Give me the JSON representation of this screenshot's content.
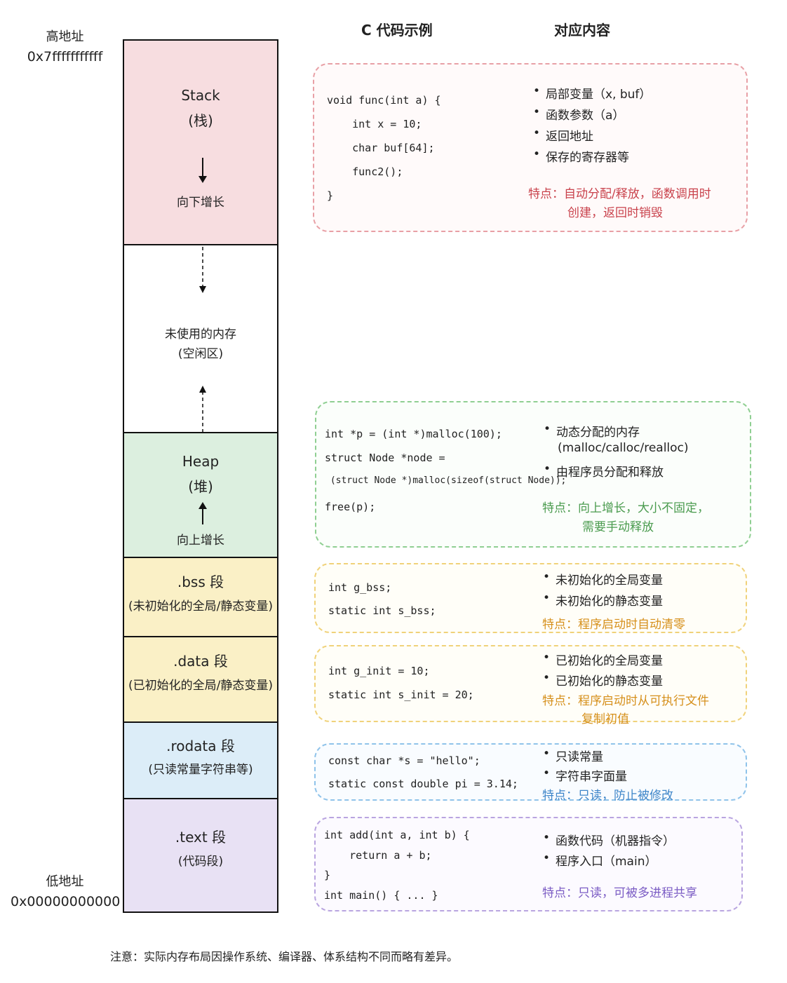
{
  "address": {
    "high_label": "高地址",
    "high_value": "0x7fffffffffff",
    "low_label": "低地址",
    "low_value": "0x00000000000"
  },
  "headers": {
    "code": "C 代码示例",
    "content": "对应内容"
  },
  "segments": {
    "stack": {
      "name": "Stack",
      "sub": "(栈)",
      "growth": "向下增长",
      "color": "#f7dde0"
    },
    "free": {
      "name": "未使用的内存",
      "sub": "(空闲区)",
      "color": "#ffffff"
    },
    "heap": {
      "name": "Heap",
      "sub": "(堆)",
      "growth": "向上增长",
      "color": "#dcefdf"
    },
    "bss": {
      "name": ".bss 段",
      "sub": "(未初始化的全局/静态变量)",
      "color": "#faf0c6"
    },
    "data": {
      "name": ".data 段",
      "sub": "(已初始化的全局/静态变量)",
      "color": "#faf0c6"
    },
    "rodata": {
      "name": ".rodata 段",
      "sub": "(只读常量字符串等)",
      "color": "#dcedf8"
    },
    "text": {
      "name": ".text 段",
      "sub": "(代码段)",
      "color": "#e8e1f4"
    }
  },
  "cards": {
    "stack": {
      "border": "#e8a0a6",
      "bg": "#fffafa",
      "feature_color": "#c9424c",
      "code": [
        "void func(int a) {",
        "    int x = 10;",
        "    char buf[64];",
        "    func2();",
        "}"
      ],
      "bullets": [
        "局部变量（x, buf）",
        "函数参数（a）",
        "返回地址",
        "保存的寄存器等"
      ],
      "feature": [
        "特点：自动分配/释放，函数调用时",
        "创建，返回时销毁"
      ]
    },
    "heap": {
      "border": "#8fcf92",
      "bg": "#fbfefb",
      "feature_color": "#4a9b4e",
      "code": [
        "int *p = (int *)malloc(100);",
        "struct Node *node =",
        " (struct Node *)malloc(sizeof(struct Node));",
        "free(p);"
      ],
      "bullets": [
        "动态分配的内存",
        "由程序员分配和释放"
      ],
      "bullet_cont": "(malloc/calloc/realloc)",
      "feature": [
        "特点：向上增长，大小不固定，",
        "需要手动释放"
      ]
    },
    "bss": {
      "border": "#f0d27a",
      "bg": "#fffef8",
      "feature_color": "#d6901c",
      "code": [
        "int g_bss;",
        "static int s_bss;"
      ],
      "bullets": [
        "未初始化的全局变量",
        "未初始化的静态变量"
      ],
      "feature": [
        "特点：程序启动时自动清零"
      ]
    },
    "data": {
      "border": "#f0d27a",
      "bg": "#fffef8",
      "feature_color": "#d6901c",
      "code": [
        "int g_init = 10;",
        "static int s_init = 20;"
      ],
      "bullets": [
        "已初始化的全局变量",
        "已初始化的静态变量"
      ],
      "feature": [
        "特点：程序启动时从可执行文件",
        "复制初值"
      ]
    },
    "rodata": {
      "border": "#8fc3ea",
      "bg": "#f9fcff",
      "feature_color": "#3f86c9",
      "code": [
        "const char *s = \"hello\";",
        "static const double pi = 3.14;"
      ],
      "bullets": [
        "只读常量",
        "字符串字面量"
      ],
      "feature": [
        "特点：只读，防止被修改"
      ]
    },
    "text": {
      "border": "#b9a5e0",
      "bg": "#fcfaff",
      "feature_color": "#7b5cc4",
      "code": [
        "int add(int a, int b) {",
        "    return a + b;",
        "}",
        "int main() { ... }"
      ],
      "bullets": [
        "函数代码（机器指令）",
        "程序入口（main）"
      ],
      "feature": [
        "特点：只读，可被多进程共享"
      ]
    }
  },
  "note": "注意：实际内存布局因操作系统、编译器、体系结构不同而略有差异。"
}
